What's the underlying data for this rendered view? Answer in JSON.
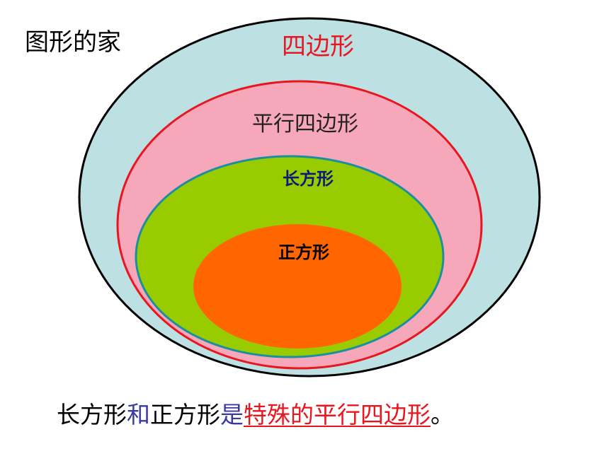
{
  "title": "图形的家",
  "sets": {
    "quadrilateral": {
      "label": "四边形",
      "fill": "#bde0e2",
      "stroke": "#000000",
      "text_color": "#e8161f"
    },
    "parallelogram": {
      "label": "平行四边形",
      "fill": "#f6a7ba",
      "stroke": "#e8161f",
      "text_color": "#222222"
    },
    "rectangle": {
      "label": "长方形",
      "fill": "#99cc00",
      "stroke": "#1a8fa0",
      "text_color": "#0a1a78"
    },
    "square": {
      "label": "正方形",
      "fill": "#ff6600",
      "stroke": "none",
      "text_color": "#000000"
    }
  },
  "caption": {
    "part1": "长方形",
    "part2": "和",
    "part3": "正方形",
    "part4": "是",
    "part5": "特殊的平行四边形",
    "part6": "。"
  }
}
